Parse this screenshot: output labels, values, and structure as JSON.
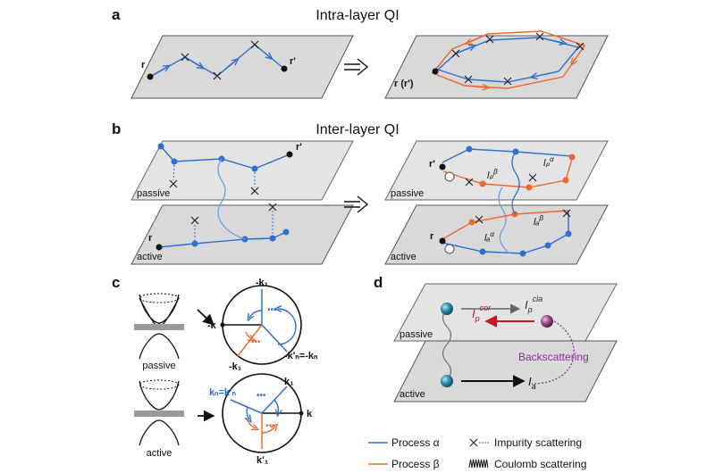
{
  "panels": {
    "a": {
      "letter": "a",
      "title": "Intra-layer QI",
      "r_label": "r",
      "r_prime_label": "r'",
      "r_combined_label": "r (r')"
    },
    "b": {
      "letter": "b",
      "title": "Inter-layer QI",
      "r_label": "r",
      "r_prime_label": "r'",
      "passive": "passive",
      "active": "active",
      "ip_alpha": "lₚ",
      "ip_alpha_sup": "α",
      "ip_beta": "lₚ",
      "ip_beta_sup": "β",
      "ia_alpha": "lₐ",
      "ia_alpha_sup": "α",
      "ia_beta": "lₐ",
      "ia_beta_sup": "β"
    },
    "c": {
      "letter": "c",
      "passive": "passive",
      "active": "active",
      "neg_k1": "-k₁",
      "neg_k": "-k",
      "neg_kn_prime": "-k'ₙ=-kₙ",
      "neg_k1_orange": "-k₁",
      "kn_eq": "kₙ=k'ₙ",
      "k1": "k₁",
      "k": "k",
      "k1_prime": "k'₁",
      "dots": "•••"
    },
    "d": {
      "letter": "d",
      "passive": "passive",
      "active": "active",
      "ip_cla": "I",
      "ip_cla_sub": "p",
      "ip_cla_sup": "cla",
      "ip_cor": "I",
      "ip_cor_sub": "p",
      "ip_cor_sup": "cor",
      "ia": "I",
      "ia_sub": "a",
      "backscattering": "Backscattering"
    }
  },
  "legend": {
    "process_alpha": "Process α",
    "process_beta": "Process β",
    "impurity": "Impurity scattering",
    "coulomb": "Coulomb scattering"
  },
  "colors": {
    "blue": "#2e6fd3",
    "orange": "#ea6a2e",
    "red": "#d0122a",
    "purple": "#8a2d9a",
    "teal": "#1e7fa0"
  }
}
